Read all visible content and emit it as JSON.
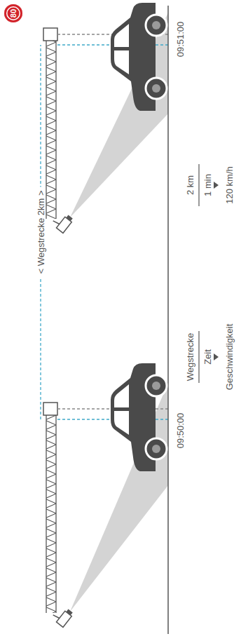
{
  "diagram": {
    "nodes": [
      {
        "text": [
          "80"
        ]
      }
    ],
    "labels": [
      "< Wegstrecke 2km >",
      "09:50:00",
      "Wegstrecke",
      "Zeit",
      "Geschwindigkeit",
      "2 km",
      "1 min",
      "120 km/h",
      "09:51:00"
    ]
  }
}
